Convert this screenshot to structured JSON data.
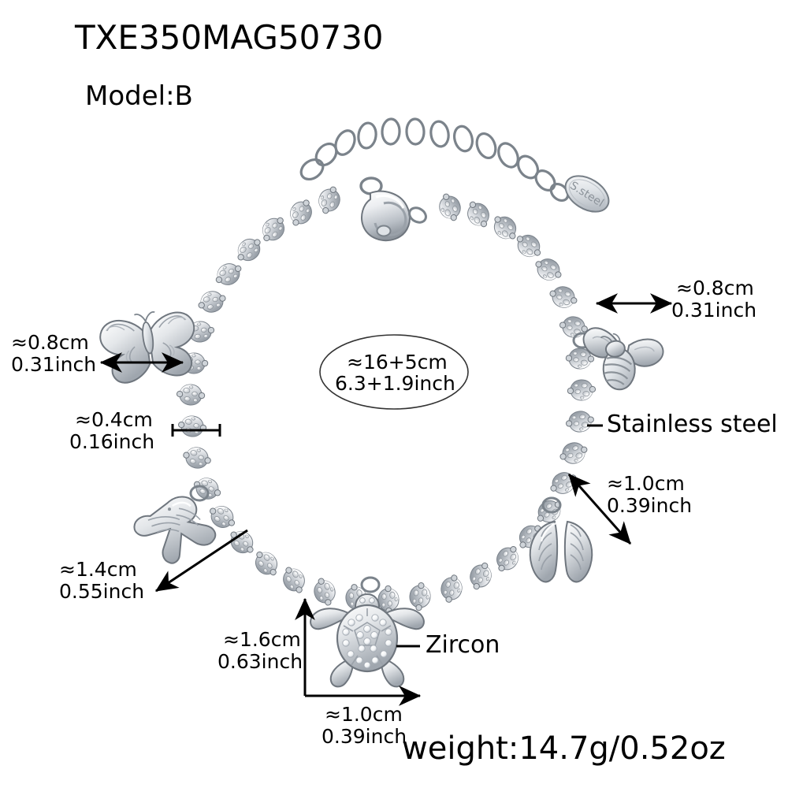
{
  "product": {
    "sku": "TXE350MAG50730",
    "model_label": "Model:B",
    "weight": "weight:14.7g/0.52oz",
    "material_label": "Stainless steel",
    "stone_label": "Zircon",
    "tag_engraving": "S.steel"
  },
  "length": {
    "cm": "≈16+5cm",
    "inch": "6.3+1.9inch"
  },
  "annotations": {
    "butterfly_width": {
      "cm": "≈0.8cm",
      "inch": "0.31inch"
    },
    "bead_width": {
      "cm": "≈0.4cm",
      "inch": "0.16inch"
    },
    "bird_width": {
      "cm": "≈1.4cm",
      "inch": "0.55inch"
    },
    "bee_width": {
      "cm": "≈0.8cm",
      "inch": "0.31inch"
    },
    "wings_size": {
      "cm": "≈1.0cm",
      "inch": "0.39inch"
    },
    "turtle_height": {
      "cm": "≈1.6cm",
      "inch": "0.63inch"
    },
    "turtle_width": {
      "cm": "≈1.0cm",
      "inch": "0.39inch"
    }
  },
  "colors": {
    "background": "#ffffff",
    "text": "#000000",
    "metal_light": "#fdfdfd",
    "metal_mid": "#c9cdd2",
    "metal_dark": "#8d949c",
    "outline": "#6f767e"
  }
}
